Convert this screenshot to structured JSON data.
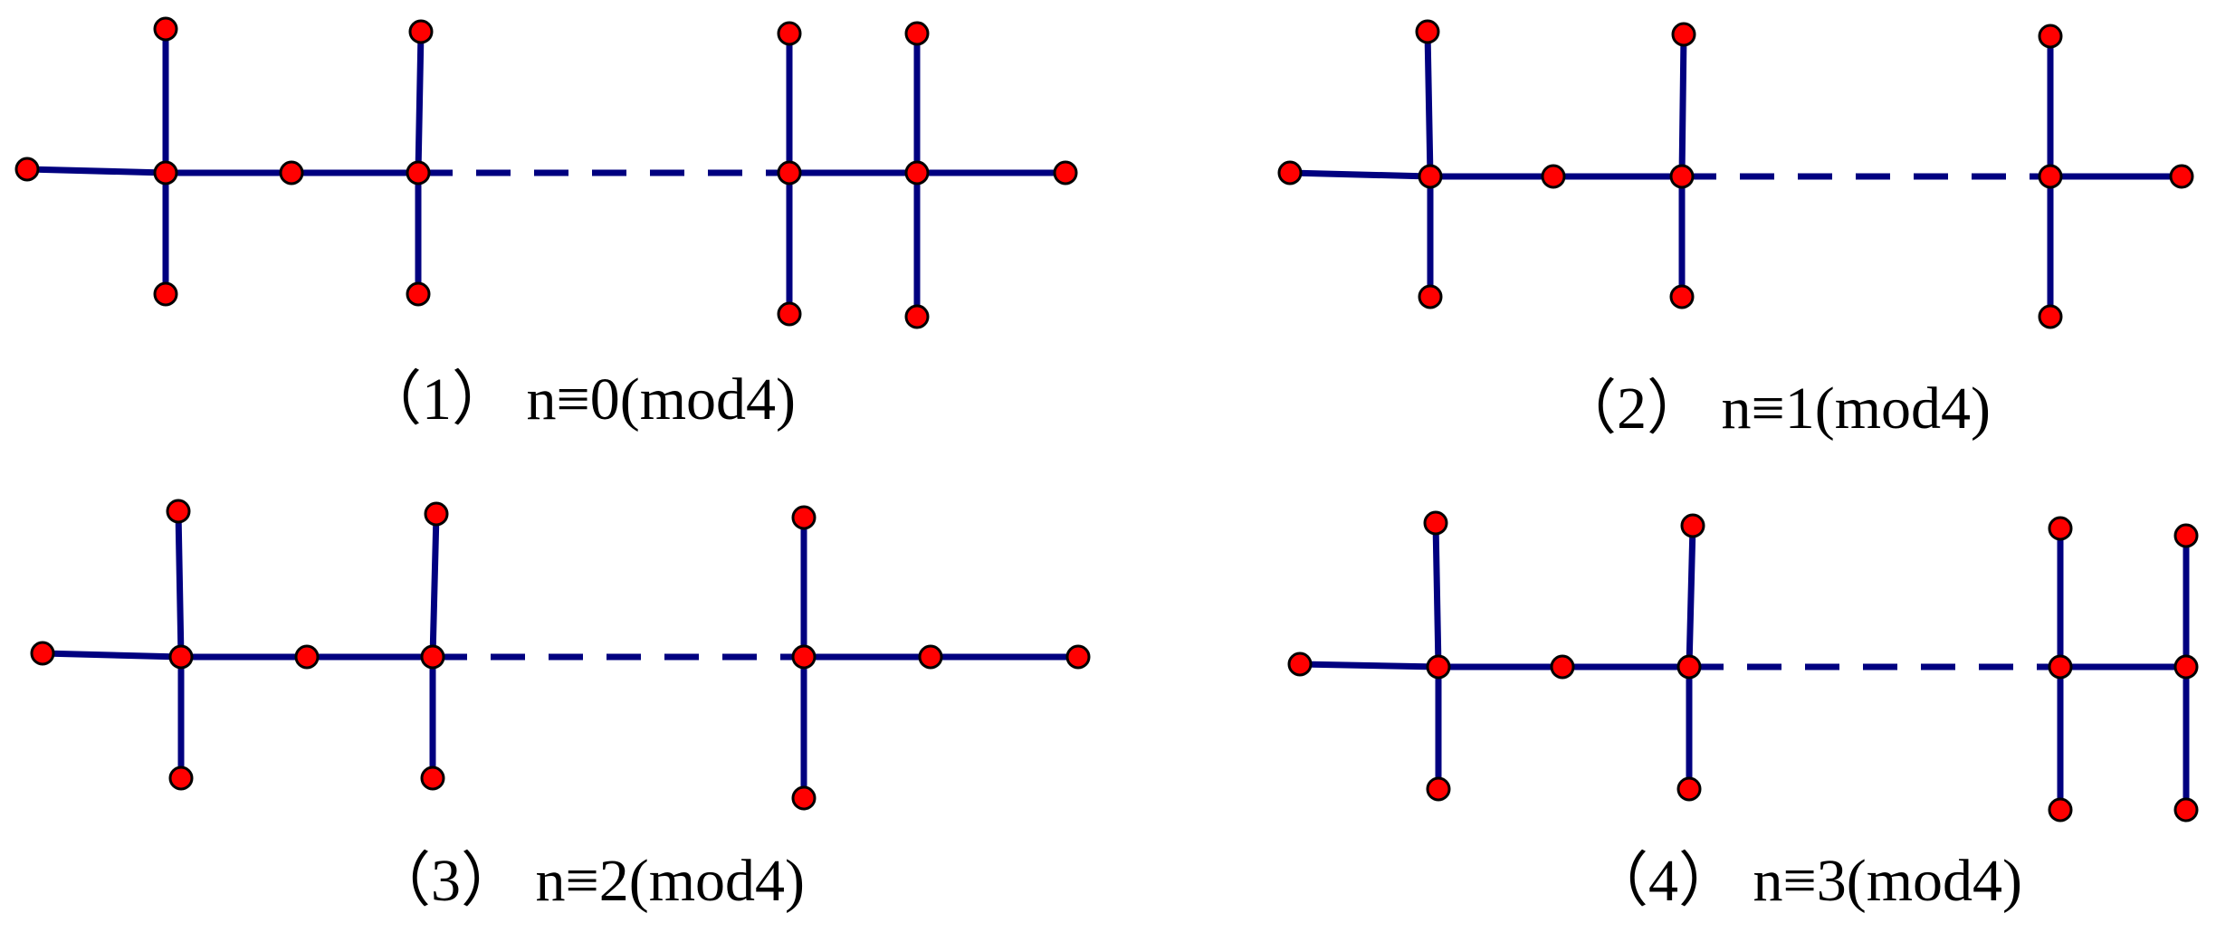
{
  "colors": {
    "edge": "#000080",
    "vertex_fill": "#ff0000",
    "vertex_stroke": "#000000",
    "caption": "#000000"
  },
  "panels": [
    {
      "id": "case-1",
      "caption": "（1） n≡0(mod4)",
      "right_gadget": "double-cross"
    },
    {
      "id": "case-2",
      "caption": "（2） n≡1(mod4)",
      "right_gadget": "single-cross"
    },
    {
      "id": "case-3",
      "caption": "（3） n≡2(mod4)",
      "right_gadget": "cross-with-tail"
    },
    {
      "id": "case-4",
      "caption": "（4） n≡3(mod4)",
      "right_gadget": "end-pair"
    }
  ]
}
